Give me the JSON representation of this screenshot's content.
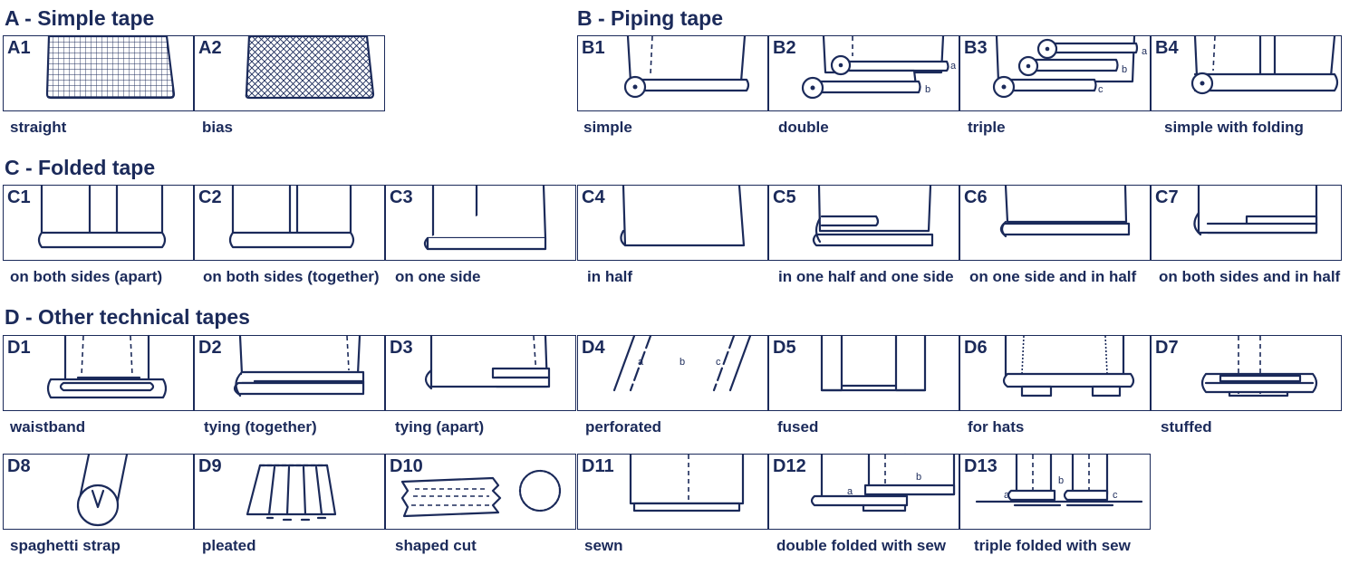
{
  "sections": {
    "a": "A - Simple tape",
    "b": "B - Piping tape",
    "c": "C - Folded tape",
    "d": "D - Other technical tapes"
  },
  "colors": {
    "ink": "#1b2a5a",
    "background": "#ffffff"
  },
  "tapes": {
    "a1": {
      "code": "A1",
      "label": "straight"
    },
    "a2": {
      "code": "A2",
      "label": "bias"
    },
    "b1": {
      "code": "B1",
      "label": "simple"
    },
    "b2": {
      "code": "B2",
      "label": "double",
      "marks": [
        "a",
        "b"
      ]
    },
    "b3": {
      "code": "B3",
      "label": "triple",
      "marks": [
        "a",
        "b",
        "c"
      ]
    },
    "b4": {
      "code": "B4",
      "label": "simple with folding"
    },
    "c1": {
      "code": "C1",
      "label": "on both sides (apart)"
    },
    "c2": {
      "code": "C2",
      "label": "on both sides (together)"
    },
    "c3": {
      "code": "C3",
      "label": "on one side"
    },
    "c4": {
      "code": "C4",
      "label": "in half"
    },
    "c5": {
      "code": "C5",
      "label": "in one half and one side"
    },
    "c6": {
      "code": "C6",
      "label": "on one side and in half"
    },
    "c7": {
      "code": "C7",
      "label": "on both sides and in half"
    },
    "d1": {
      "code": "D1",
      "label": "waistband"
    },
    "d2": {
      "code": "D2",
      "label": "tying (together)"
    },
    "d3": {
      "code": "D3",
      "label": "tying (apart)"
    },
    "d4": {
      "code": "D4",
      "label": "perforated",
      "marks": [
        "a",
        "b",
        "c"
      ]
    },
    "d5": {
      "code": "D5",
      "label": "fused"
    },
    "d6": {
      "code": "D6",
      "label": "for hats"
    },
    "d7": {
      "code": "D7",
      "label": "stuffed"
    },
    "d8": {
      "code": "D8",
      "label": "spaghetti strap"
    },
    "d9": {
      "code": "D9",
      "label": "pleated"
    },
    "d10": {
      "code": "D10",
      "label": "shaped cut"
    },
    "d11": {
      "code": "D11",
      "label": "sewn"
    },
    "d12": {
      "code": "D12",
      "label": "double folded with sew",
      "marks": [
        "a",
        "b"
      ]
    },
    "d13": {
      "code": "D13",
      "label": "triple folded with sew",
      "marks": [
        "a",
        "b",
        "c"
      ]
    }
  }
}
